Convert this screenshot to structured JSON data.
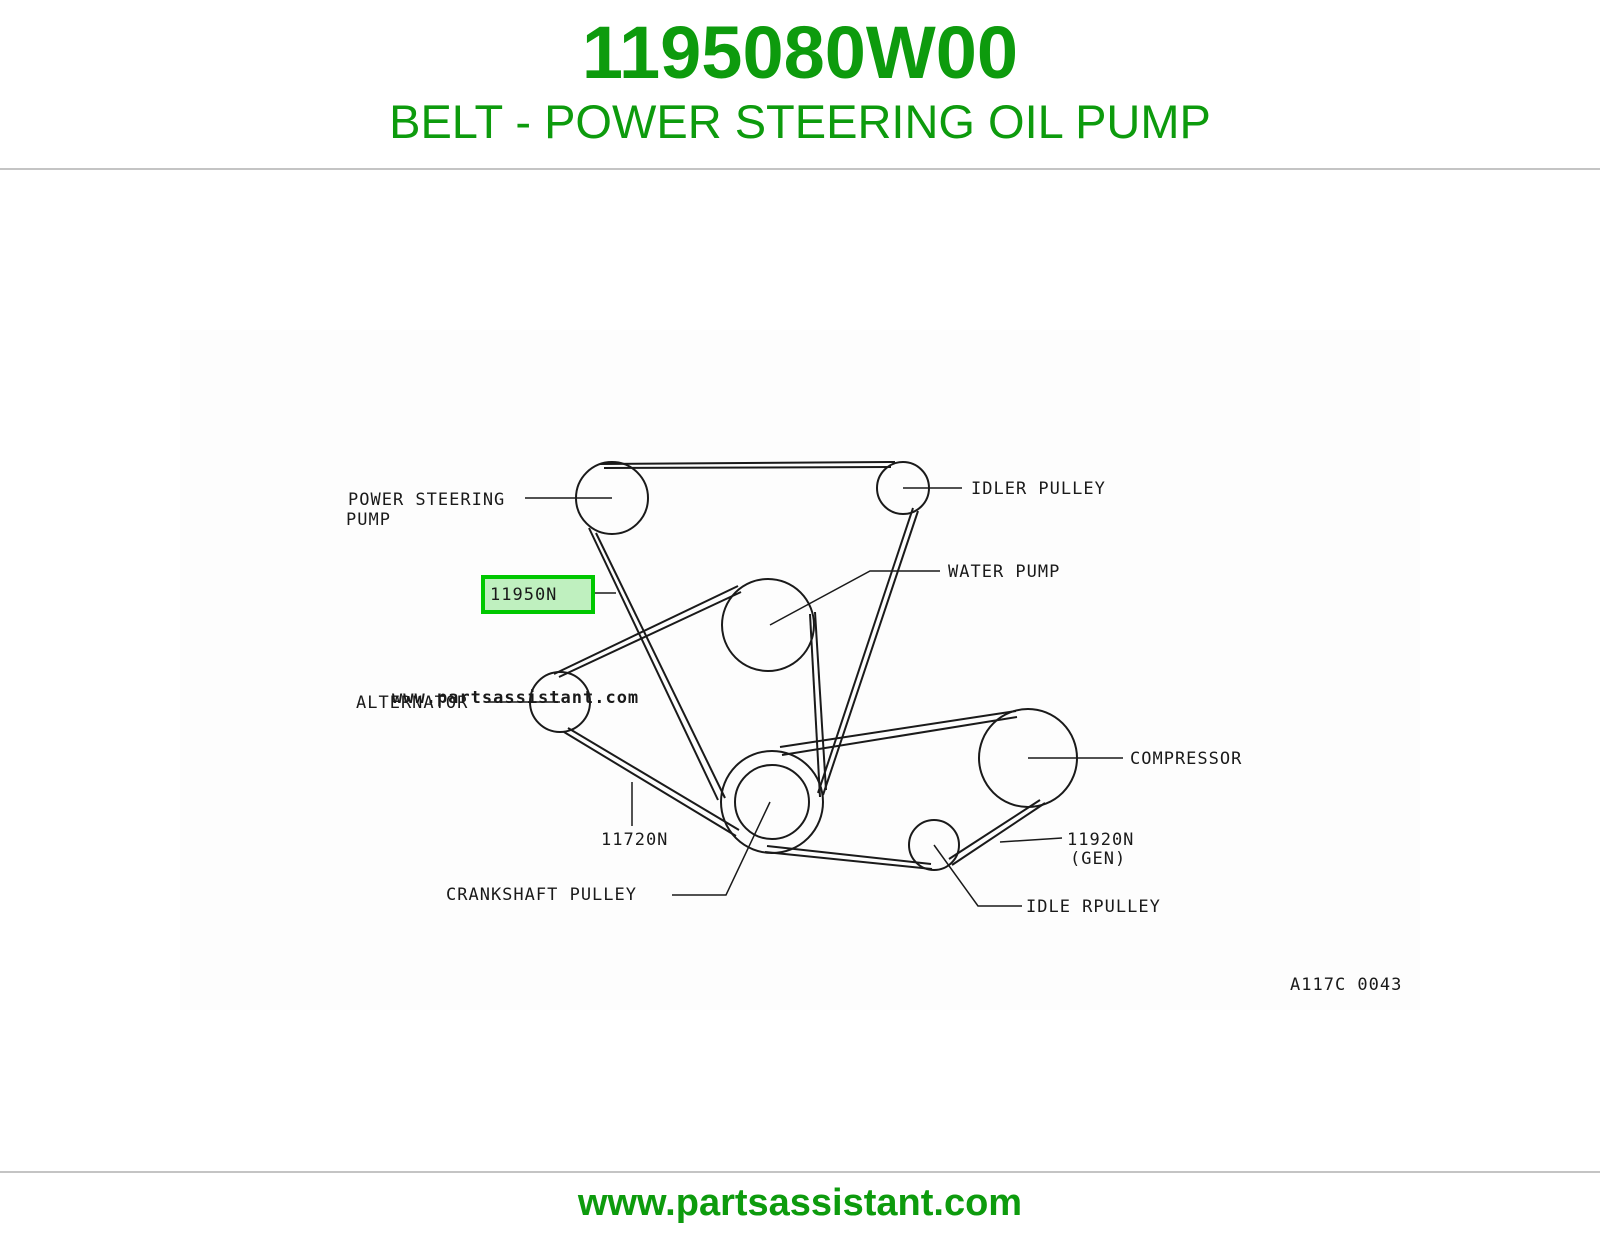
{
  "header": {
    "part_number": "1195080W00",
    "part_title": "BELT - POWER STEERING OIL PUMP"
  },
  "diagram": {
    "labels": {
      "power_steering_pump_line1": "POWER STEERING",
      "power_steering_pump_line2": "PUMP",
      "idler_pulley_top": "IDLER PULLEY",
      "water_pump": "WATER PUMP",
      "highlighted_part": "11950N",
      "alternator": "ALTERNATOR",
      "compressor": "COMPRESSOR",
      "belt_11720n": "11720N",
      "belt_11920n": "11920N",
      "belt_11920n_note": "(GEN)",
      "crankshaft_pulley": "CRANKSHAFT PULLEY",
      "idler_pulley_bottom": "IDLE RPULLEY",
      "figure_code": "A117C 0043"
    },
    "watermark": "www.partsassistant.com",
    "highlight_color": "#00c800",
    "highlight_fill": "#bff0bf"
  },
  "footer": {
    "url": "www.partsassistant.com"
  }
}
